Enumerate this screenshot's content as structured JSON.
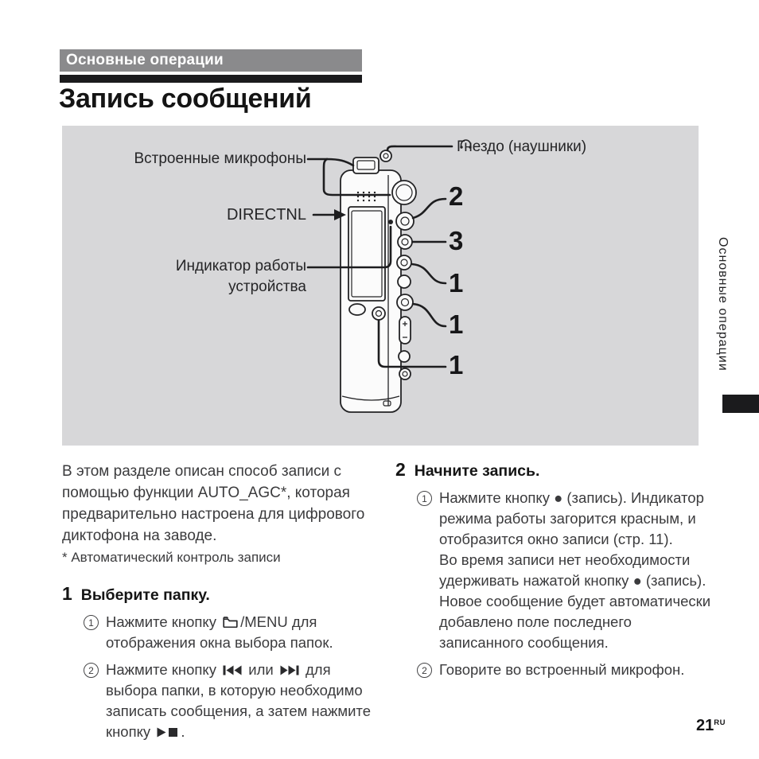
{
  "page": {
    "section_label": "Основные операции",
    "title": "Запись сообщений",
    "sidebar_label": "Основные операции",
    "page_number": "21",
    "page_number_lang": "RU"
  },
  "colors": {
    "diagram_bg": "#d7d7d9",
    "section_bar_bg": "#8a8a8c",
    "black_bar": "#1b1b1d",
    "body_text": "#3b3b3d"
  },
  "icons": {
    "headphones": "headphones-icon",
    "folder": "folder-icon",
    "previous": "previous-track-icon",
    "next": "next-track-icon",
    "play_stop": "play-stop-icon"
  },
  "diagram": {
    "labels": {
      "mics": "Встроенные микрофоны",
      "jack_prefix": "Гнездо",
      "jack_suffix": "(наушники)",
      "directnl": "DIRECTNL",
      "indicator_line1": "Индикатор работы",
      "indicator_line2": "устройства"
    },
    "callouts": [
      "2",
      "3",
      "1",
      "1",
      "1"
    ]
  },
  "intro": {
    "paragraph": "В этом разделе описан способ записи с помощью функции AUTO_AGC*, которая предварительно настроена для цифрового диктофона на заводе.",
    "footnote": "* Автоматический контроль записи"
  },
  "steps": [
    {
      "number": "1",
      "title": "Выберите папку.",
      "substeps": [
        {
          "circ": "1",
          "before": "Нажмите кнопку ",
          "after": "/MENU для отображения окна выбора папок."
        },
        {
          "circ": "2",
          "p1": "Нажмите кнопку ",
          "p2": " или ",
          "p3": " для выбора папки, в которую необходимо записать сообщения, а затем нажмите кнопку ",
          "p4": "."
        }
      ]
    },
    {
      "number": "2",
      "title": "Начните запись.",
      "substeps": [
        {
          "circ": "1",
          "para1": "Нажмите кнопку ● (запись). Индикатор режима работы загорится красным, и отобразится окно записи (стр. 11).",
          "para2": "Во время записи нет необходимости удерживать нажатой кнопку ● (запись). Новое сообщение будет автоматически добавлено поле последнего записанного сообщения."
        },
        {
          "circ": "2",
          "text": "Говорите во встроенный микрофон."
        }
      ]
    }
  ]
}
